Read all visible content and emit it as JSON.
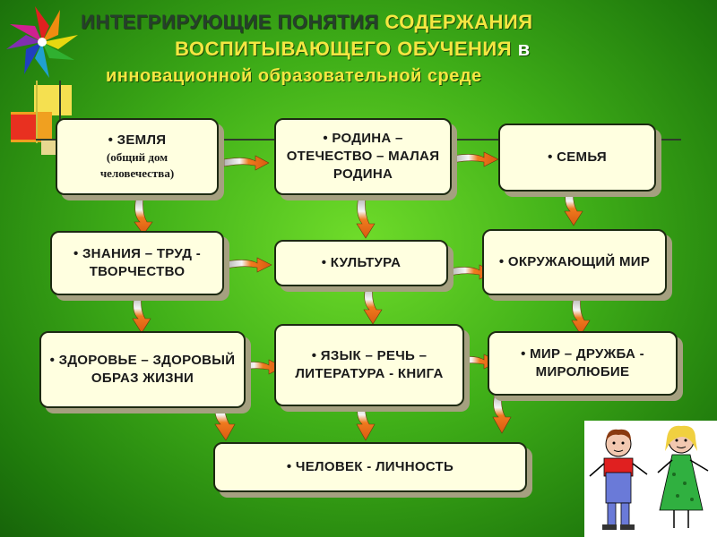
{
  "title": {
    "line1_a": "ИНТЕГРИРУЮЩИЕ ПОНЯТИЯ ",
    "line1_b": "СОДЕРЖАНИЯ",
    "line2_a": "ВОСПИТЫВАЮЩЕГО ОБУЧЕНИЯ ",
    "line2_b": "в",
    "line3": "инновационной образовательной среде"
  },
  "boxes": {
    "zemlya": "• ЗЕМЛЯ",
    "zemlya_sub1": "(общий дом",
    "zemlya_sub2": "человечества)",
    "rodina": "• РОДИНА – ОТЕЧЕСТВО – МАЛАЯ РОДИНА",
    "semya": "• СЕМЬЯ",
    "znaniya": "• ЗНАНИЯ – ТРУД - ТВОРЧЕСТВО",
    "kultura": "• КУЛЬТУРА",
    "okruzh": "• ОКРУЖАЮЩИЙ МИР",
    "zdorovye": "• ЗДОРОВЬЕ – ЗДОРОВЫЙ ОБРАЗ ЖИЗНИ",
    "yazyk": "• ЯЗЫК – РЕЧЬ – ЛИТЕРАТУРА - КНИГА",
    "mir": "• МИР – ДРУЖБА - МИРОЛЮБИЕ",
    "chelovek": "• ЧЕЛОВЕК - ЛИЧНОСТЬ"
  },
  "colors": {
    "box_fill": "#ffffe0",
    "arrow_orange": "#f07a1e",
    "arrow_gray": "#9a9a9a",
    "title_yellow": "#f5e642",
    "background_green": "#3fae18"
  }
}
